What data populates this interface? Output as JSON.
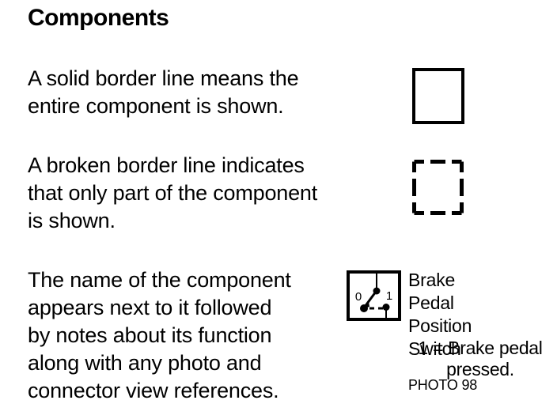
{
  "slide": {
    "title": "Components",
    "background_color": "#ffffff",
    "ink_color": "#000000"
  },
  "paragraphs": {
    "solid_rule": "A solid border line means the\nentire component is shown.",
    "broken_rule": "A broken border line indicates\nthat only part of the component\nis shown.",
    "naming_rule": "The name of the component\nappears next to it followed\nby notes about its function\nalong with any photo and\nconnector view references."
  },
  "samples": {
    "solid_box_name": "solid-border-sample",
    "broken_box_name": "broken-border-sample"
  },
  "example_component": {
    "symbol_name": "brake-pedal-position-switch-symbol",
    "terminal_left_label": "0",
    "terminal_right_label": "1",
    "name": "Brake\nPedal\nPosition\nSwitch",
    "note": "1 = Brake pedal\npressed.",
    "photo_reference": "PHOTO 98"
  }
}
